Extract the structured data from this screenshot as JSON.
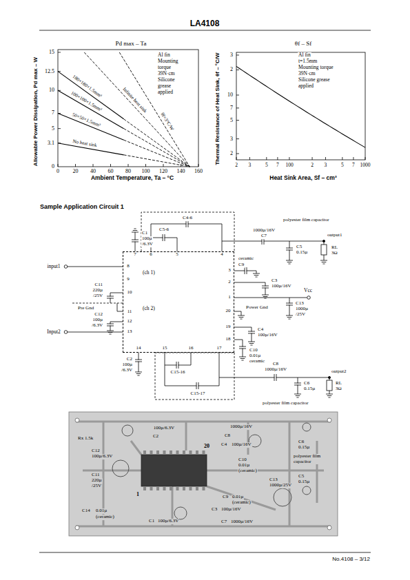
{
  "diagram": {
    "title": "LA4108",
    "nodes": [
      {
        "text": [
          "(ch 1)",
          "(ch 2)"
        ]
      }
    ],
    "labels": [
      "Pd max – Ta",
      "Allowable Power Dissipation, Pd max – W",
      "Ambient Temperature, Ta – °C",
      "15",
      "12.5",
      "10",
      "7",
      "5",
      "3.1",
      "0",
      "0",
      "20",
      "40",
      "60",
      "80",
      "100",
      "120",
      "140",
      "160",
      "180×180×1.5mm³",
      "100×100×1.5mm³",
      "50×50×1.5mm³",
      "No heat sink",
      "Infinite heat sink",
      "θf=3°C/W",
      "Al fin",
      "Mounting",
      "torque",
      "39N·cm",
      "Silicone",
      "grease",
      "applied",
      "θf – Sf",
      "Thermal Resistance of Heat Sink, θf – °C/W",
      "Heat Sink Area, Sf – cm²",
      "3",
      "2",
      "10",
      "7",
      "5",
      "3",
      "2",
      "2",
      "3",
      "5",
      "7",
      "100",
      "2",
      "3",
      "5",
      "7",
      "1000",
      "Al fin",
      "t=1.5mm",
      "Mounting torque",
      "39N·cm",
      "Silicone grease",
      "applied",
      "Sample Application Circuit 1",
      "7",
      "6",
      "5",
      "4",
      "8",
      "9",
      "10",
      "11",
      "12",
      "13",
      "14",
      "15",
      "16",
      "17",
      "3",
      "2",
      "1",
      "20",
      "19",
      "18",
      "C1",
      "100µ",
      "/6.3V",
      "C5-6",
      "C4-6",
      "1000µ/16V",
      "C7",
      "C5",
      "0.15µ",
      "RL",
      "3Ω",
      "output1",
      "polyester film capacitor",
      "ceramic",
      "C9",
      "C3",
      "100µ/16V",
      "Vcc",
      "C13",
      "1000µ",
      "/25V",
      "Power Gnd",
      "C4",
      "100µ/16V",
      "C10",
      "0.01µ",
      "ceramic",
      "C8",
      "1000µ/16V",
      "C6",
      "0.15µ",
      "RL",
      "3Ω",
      "output2",
      "polyester film capacitor",
      "C15-16",
      "C15-17",
      "input1",
      "C11",
      "220µ",
      "/25V",
      "Pre Gnd",
      "C12",
      "100µ",
      "/6.3V",
      "Input2",
      "C2",
      "100µ",
      "/6.3V",
      "Rx 1.5k",
      "100µ/6.3V",
      "C2",
      "1000µ/16V",
      "C8",
      "C4",
      "100µ/16V",
      "20",
      "C10",
      "0.01µ",
      "(ceramic)",
      "C12",
      "100µ/6.3V",
      "C11",
      "220µ",
      "/25V",
      "C13",
      "1000µ/25V",
      "1",
      "C9",
      "0.01µ",
      "(ceramic)",
      "C14",
      "0.01µ",
      "(ceramic)",
      "C1",
      "100µ/6.3V",
      "C3",
      "100µ/16V",
      "C7",
      "1000µ/16V",
      "C6",
      "0.15µ",
      "polyester film capacitor",
      "C5",
      "0.15µ",
      "No.4108 – 3/12"
    ]
  }
}
